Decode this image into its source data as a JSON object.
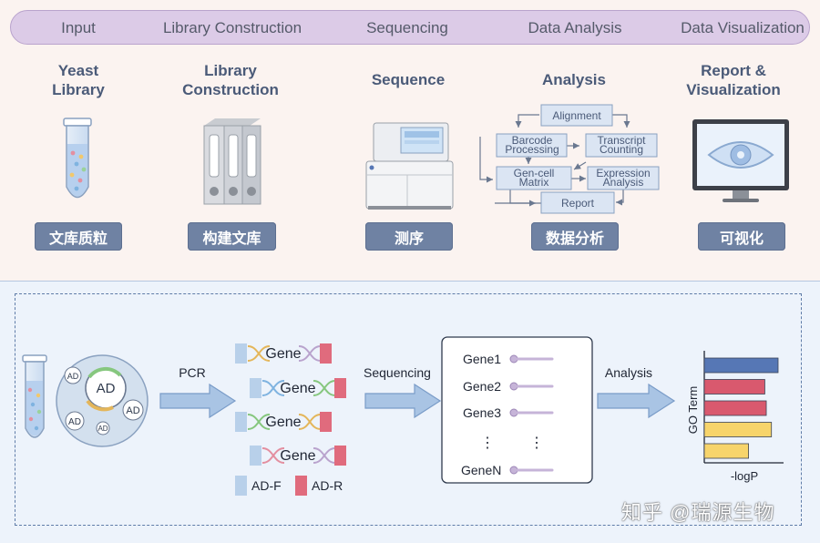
{
  "stages": [
    "Input",
    "Library Construction",
    "Sequencing",
    "Data Analysis",
    "Data Visualization"
  ],
  "steps": [
    {
      "title_line1": "Yeast",
      "title_line2": "Library",
      "cn_label": "文库质粒"
    },
    {
      "title_line1": "Library",
      "title_line2": "Construction",
      "cn_label": "构建文库"
    },
    {
      "title_line1": "Sequence",
      "title_line2": "",
      "cn_label": "测序"
    },
    {
      "title_line1": "Analysis",
      "title_line2": "",
      "cn_label": "数据分析"
    },
    {
      "title_line1": "Report &",
      "title_line2": "Visualization",
      "cn_label": "可视化"
    }
  ],
  "analysis_flow": {
    "alignment": "Alignment",
    "barcode_line1": "Barcode",
    "barcode_line2": "Processing",
    "transcript_line1": "Transcript",
    "transcript_line2": "Counting",
    "gencell_line1": "Gen-cell",
    "gencell_line2": "Matrix",
    "expression_line1": "Expression",
    "expression_line2": "Analysis",
    "report": "Report"
  },
  "workflow": {
    "ad_label": "AD",
    "pcr_label": "PCR",
    "gene_label": "Gene",
    "legend_f": "AD-F",
    "legend_r": "AD-R",
    "sequencing_label": "Sequencing",
    "gene_list": [
      "Gene1",
      "Gene2",
      "Gene3",
      "GeneN"
    ],
    "ellipsis": "⋮",
    "analysis_label": "Analysis"
  },
  "chart_data": {
    "type": "bar",
    "orientation": "horizontal",
    "xlabel": "-logP",
    "ylabel": "GO Term",
    "values": [
      10,
      8.2,
      8.4,
      9.1,
      6.0
    ],
    "colors": [
      "#5677b5",
      "#d9596e",
      "#d9596e",
      "#f7d46b",
      "#f7d46b"
    ]
  },
  "colors": {
    "accent_blue": "#6f82a3",
    "arrow_blue": "#a9c4e4",
    "pink": "#e06b7d",
    "light_blue": "#b8d0ea"
  },
  "watermark": "知乎 @瑞源生物"
}
